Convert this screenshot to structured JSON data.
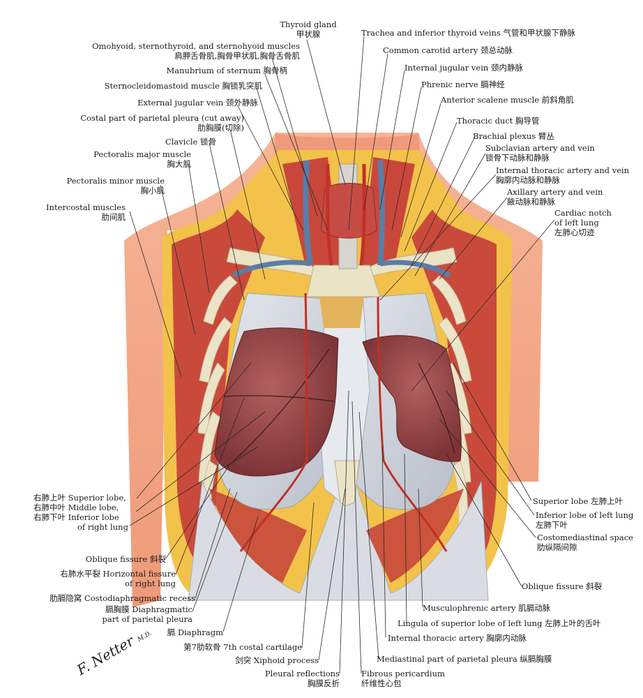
{
  "colors": {
    "skin": "#f3a382",
    "muscle": "#c9473a",
    "lung": "#9b4b4d",
    "pleura": "#d9dde4",
    "bone": "#ebe3c6",
    "fat": "#f2c64e",
    "vein": "#5a7da8",
    "artery": "#c43027",
    "thyroid": "#c54c45"
  },
  "signature": {
    "name": "F. Netter",
    "suffix": "M.D."
  },
  "labels": {
    "thyroid_gland": {
      "en": "Thyroid gland",
      "zh": "甲状腺"
    },
    "omohyoid": {
      "en": "Omohyoid, sternothyroid, and sternohyoid muscles",
      "zh": "肩胛舌骨肌,胸骨甲状肌,胸骨舌骨肌"
    },
    "manubrium": {
      "en": "Manubrium of sternum 胸骨柄"
    },
    "scm": {
      "en": "Sternocleidomastoid muscle 胸锁乳突肌"
    },
    "ext_jugular": {
      "en": "External jugular vein 颈外静脉"
    },
    "costal_pleura": {
      "en": "Costal part of parietal pleura (cut away)",
      "zh": "肋胸膜(切除)"
    },
    "clavicle": {
      "en": "Clavicle 锁骨"
    },
    "pec_major": {
      "en": "Pectoralis major muscle",
      "zh": "胸大肌"
    },
    "pec_minor": {
      "en": "Pectoralis minor muscle",
      "zh": "胸小肌"
    },
    "intercostal": {
      "en": "Intercostal muscles",
      "zh": "肋间肌"
    },
    "trachea": {
      "en": "Trachea and inferior thyroid veins 气管和甲状腺下静脉"
    },
    "common_carotid": {
      "en": "Common carotid artery 颈总动脉"
    },
    "int_jugular": {
      "en": "Internal jugular vein 颈内静脉"
    },
    "phrenic": {
      "en": "Phrenic nerve 膈神经"
    },
    "ant_scalene": {
      "en": "Anterior scalene muscle 前斜角肌"
    },
    "thoracic_duct": {
      "en": "Thoracic duct 胸导管"
    },
    "brachial": {
      "en": "Brachial plexus 臂丛"
    },
    "subclavian": {
      "en": "Subclavian artery and vein",
      "zh": "锁骨下动脉和静脉"
    },
    "int_thoracic_av": {
      "en": "Internal thoracic artery and vein",
      "zh": "胸廓内动脉和静脉"
    },
    "axillary": {
      "en": "Axillary artery and vein",
      "zh": "腋动脉和静脉"
    },
    "cardiac_notch": {
      "l1": "Cardiac notch",
      "l2": "of left lung",
      "zh": "左肺心切迹"
    },
    "right_lobes": {
      "l1": "右肺上叶 Superior lobe,",
      "l2": "右肺中叶 Middle lobe,",
      "l3": "右肺下叶 Inferior lobe",
      "l4": "of right lung"
    },
    "oblique_right": {
      "en": "Oblique fissure 斜裂"
    },
    "horizontal": {
      "l1": "右肺水平裂 Horizontal fissure",
      "l2": "of right lung"
    },
    "costodiaphragmatic": {
      "en": "肋膈隐窝 Costodiaphragmatic recess"
    },
    "diaph_pleura": {
      "l1": "膈胸膜 Diaphragmatic",
      "l2": "part of parietal pleura"
    },
    "diaphragm": {
      "en": "膈 Diaphragm"
    },
    "costal_cartilage": {
      "en": "第7肋软骨 7th costal cartilage"
    },
    "xiphoid": {
      "en": "剑突 Xiphoid process"
    },
    "pleural_reflections": {
      "en": "Pleural reflections",
      "zh": "胸膜反折"
    },
    "fibrous_pericardium": {
      "en": "Fibrous pericardium",
      "zh": "纤维性心包"
    },
    "mediastinal_pleura": {
      "en": "Mediastinal part of parietal pleura 纵膈胸膜"
    },
    "int_thoracic_artery": {
      "en": "Internal thoracic artery 胸廓内动脉"
    },
    "lingula": {
      "en": "Lingula of superior lobe of left lung 左肺上叶的舌叶"
    },
    "musculophrenic": {
      "en": "Musculophrenic artery 肌膈动脉"
    },
    "oblique_left": {
      "en": "Oblique fissure 斜裂"
    },
    "costomediastinal": {
      "en": "Costomediastinal space",
      "zh": "肋纵隔间隙"
    },
    "inf_lobe_left": {
      "en": "Inferior lobe of left lung",
      "zh": "左肺下叶"
    },
    "sup_lobe_left": {
      "en": "Superior lobe 左肺上叶"
    }
  }
}
